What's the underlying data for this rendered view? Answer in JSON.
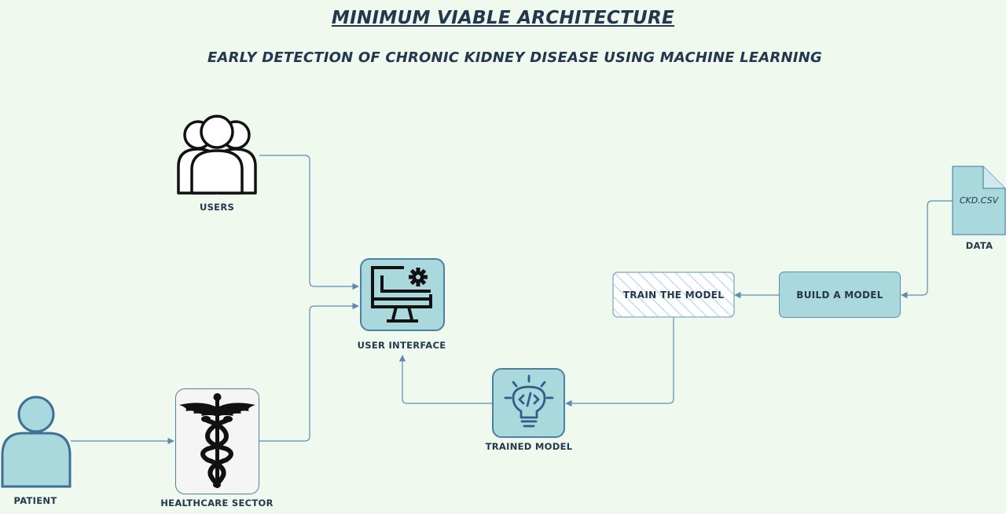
{
  "diagram": {
    "title": "MINIMUM VIABLE ARCHITECTURE",
    "subtitle": "EARLY DETECTION OF CHRONIC KIDNEY DISEASE USING MACHINE LEARNING",
    "nodes": {
      "users": {
        "label": "USERS",
        "icon": "users-group-icon"
      },
      "user_interface": {
        "label": "USER INTERFACE",
        "icon": "computer-settings-icon"
      },
      "patient": {
        "label": "PATIENT",
        "icon": "person-icon"
      },
      "healthcare": {
        "label": "HEALTHCARE SECTOR",
        "icon": "caduceus-icon"
      },
      "trained_model": {
        "label": "TRAINED MODEL",
        "icon": "lightbulb-code-icon"
      },
      "train_model": {
        "label": "TRAIN THE MODEL"
      },
      "build_model": {
        "label": "BUILD A MODEL"
      },
      "data_file": {
        "label": "CKD.CSV",
        "caption": "DATA",
        "icon": "document-icon"
      }
    },
    "edges": [
      {
        "from": "users",
        "to": "user_interface"
      },
      {
        "from": "healthcare",
        "to": "user_interface"
      },
      {
        "from": "patient",
        "to": "healthcare"
      },
      {
        "from": "data_file",
        "to": "build_model"
      },
      {
        "from": "build_model",
        "to": "train_model"
      },
      {
        "from": "train_model",
        "to": "trained_model"
      },
      {
        "from": "trained_model",
        "to": "user_interface"
      }
    ],
    "colors": {
      "background": "#f0f9ee",
      "text": "#23374f",
      "edge": "#5b8bb0",
      "node_fill": "#a9d9dc",
      "node_stroke": "#4f7ea3"
    }
  }
}
